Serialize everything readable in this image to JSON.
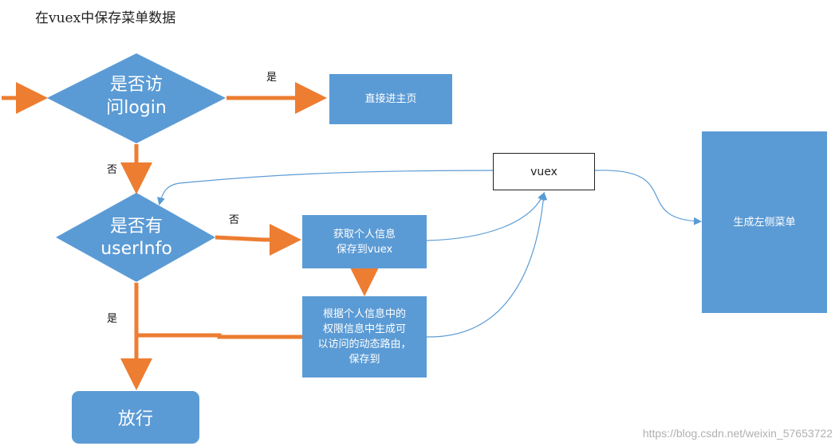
{
  "title": "在vuex中保存菜单数据",
  "nodes": {
    "is_login": "是否访\n问login",
    "direct_home": "直接进主页",
    "has_userinfo": "是否有\nuserInfo",
    "get_userinfo": "获取个人信息\n保存到vuex",
    "gen_routes": "根据个人信息中的\n权限信息中生成可\n以访问的动态路由，\n保存到",
    "vuex": "vuex",
    "gen_menu": "生成左侧菜单",
    "allow": "放行"
  },
  "edge_labels": {
    "login_yes": "是",
    "login_no": "否",
    "userinfo_no": "否",
    "userinfo_yes": "是"
  },
  "colors": {
    "node_fill": "#5b9bd5",
    "arrow_main": "#ed7d31",
    "arrow_thin": "#5b9bd5"
  },
  "watermark": "https://blog.csdn.net/weixin_57653722"
}
